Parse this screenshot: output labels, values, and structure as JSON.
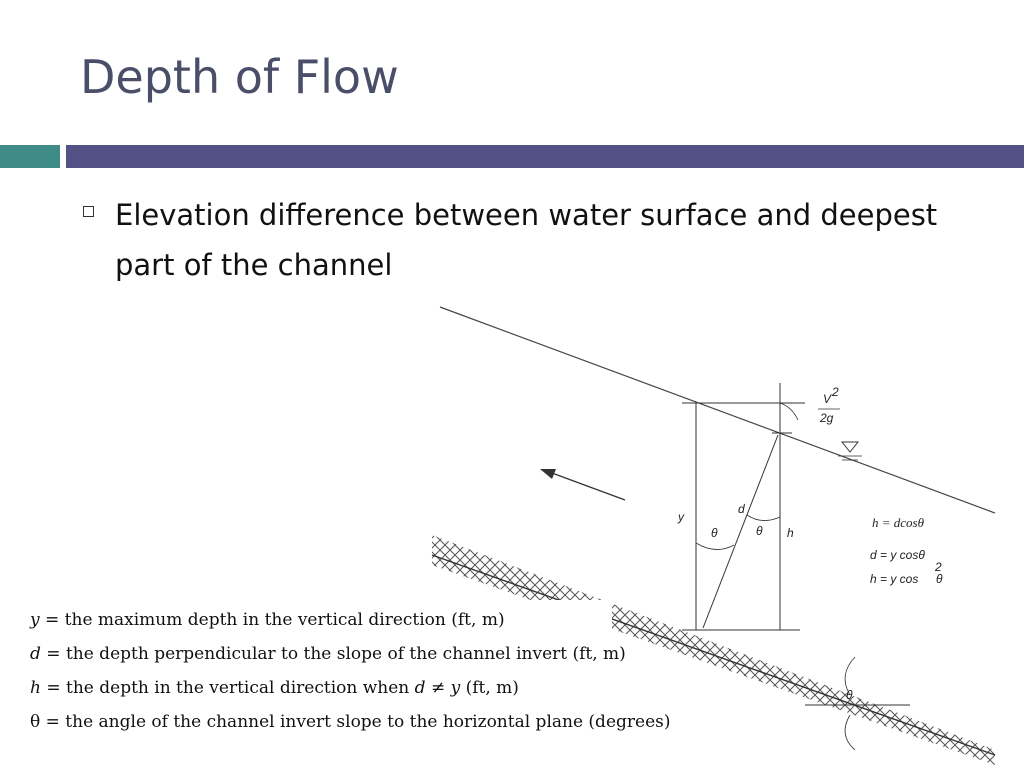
{
  "slide": {
    "title": "Depth of Flow",
    "bullet": "Elevation difference between water surface and deepest part of the channel"
  },
  "diagram": {
    "labels": {
      "velocity_head_num": "V",
      "velocity_head_exp": "2",
      "velocity_head_den": "2g",
      "y": "y",
      "d": "d",
      "h": "h",
      "theta": "θ"
    },
    "equations": {
      "eq1": "h = dcosθ",
      "eq2": "d = y cosθ",
      "eq3": "h = y cos",
      "eq3_exp": "2",
      "eq3_theta": "θ"
    }
  },
  "definitions": [
    {
      "symbol": "y",
      "text": " = the maximum depth in the vertical direction (ft, m)"
    },
    {
      "symbol": "d",
      "text": " = the depth perpendicular to the slope of the channel invert (ft, m)"
    },
    {
      "symbol": "h",
      "text": " = the depth in the vertical direction when ",
      "symbol2": "d ≠ y",
      "text2": " (ft, m)"
    },
    {
      "symbol": "θ",
      "text": " = the angle of the channel invert slope to the horizontal plane (degrees)"
    }
  ],
  "colors": {
    "title": "#4a4e69",
    "accent_teal": "#3e8b87",
    "accent_purple": "#535287"
  }
}
